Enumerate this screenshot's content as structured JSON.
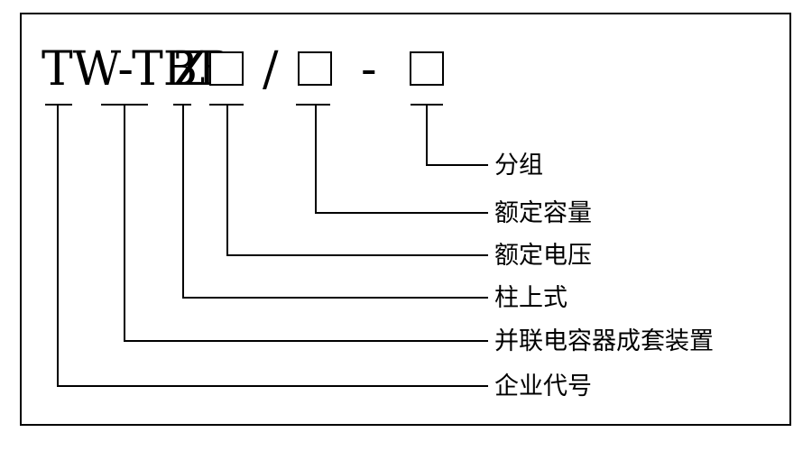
{
  "model_code": {
    "prefix": "TW-TBB",
    "type_letter": "Z",
    "separator_slash": "/",
    "separator_dash": "-"
  },
  "labels": {
    "group": "分组",
    "rated_capacity": "额定容量",
    "rated_voltage": "额定电压",
    "pole_mounted": "柱上式",
    "shunt_capacitor_set": "并联电容器成套装置",
    "company_code": "企业代号"
  }
}
